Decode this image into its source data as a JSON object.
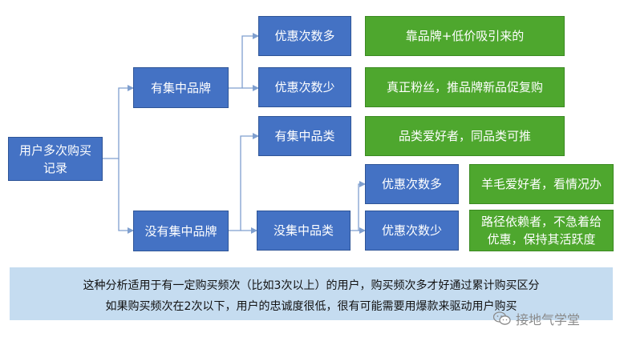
{
  "colors": {
    "box_blue": "#4472c4",
    "box_green": "#4ea72e",
    "connector": "#7f9fcf",
    "note_bg": "#c5dcf0"
  },
  "root": {
    "label": "用户多次购买记录"
  },
  "branch_brand": {
    "label": "有集中品牌",
    "children": [
      {
        "label": "优惠次数多",
        "result": "靠品牌+低价吸引来的"
      },
      {
        "label": "优惠次数少",
        "result": "真正粉丝，推品牌新品促复购"
      }
    ]
  },
  "branch_no_brand": {
    "label": "没有集中品牌",
    "has_category": {
      "label": "有集中品类",
      "result": "品类爱好者，同品类可推"
    },
    "no_category": {
      "label": "没集中品类",
      "children": [
        {
          "label": "优惠次数多",
          "result": "羊毛爱好者，看情况办"
        },
        {
          "label": "优惠次数少",
          "result_line1": "路径依赖者，不急着给",
          "result_line2": "优惠，保持其活跃度"
        }
      ]
    }
  },
  "note": {
    "line1": "这种分析适用于有一定购买频次（比如3次以上）的用户，购买频次多才好通过累计购买区分",
    "line2": "如果购买频次在2次以下，用户的忠诚度很低，很有可能需要用爆款来驱动用户购买"
  },
  "watermark": {
    "text": "接地气学堂",
    "icon": "wechat-icon"
  }
}
